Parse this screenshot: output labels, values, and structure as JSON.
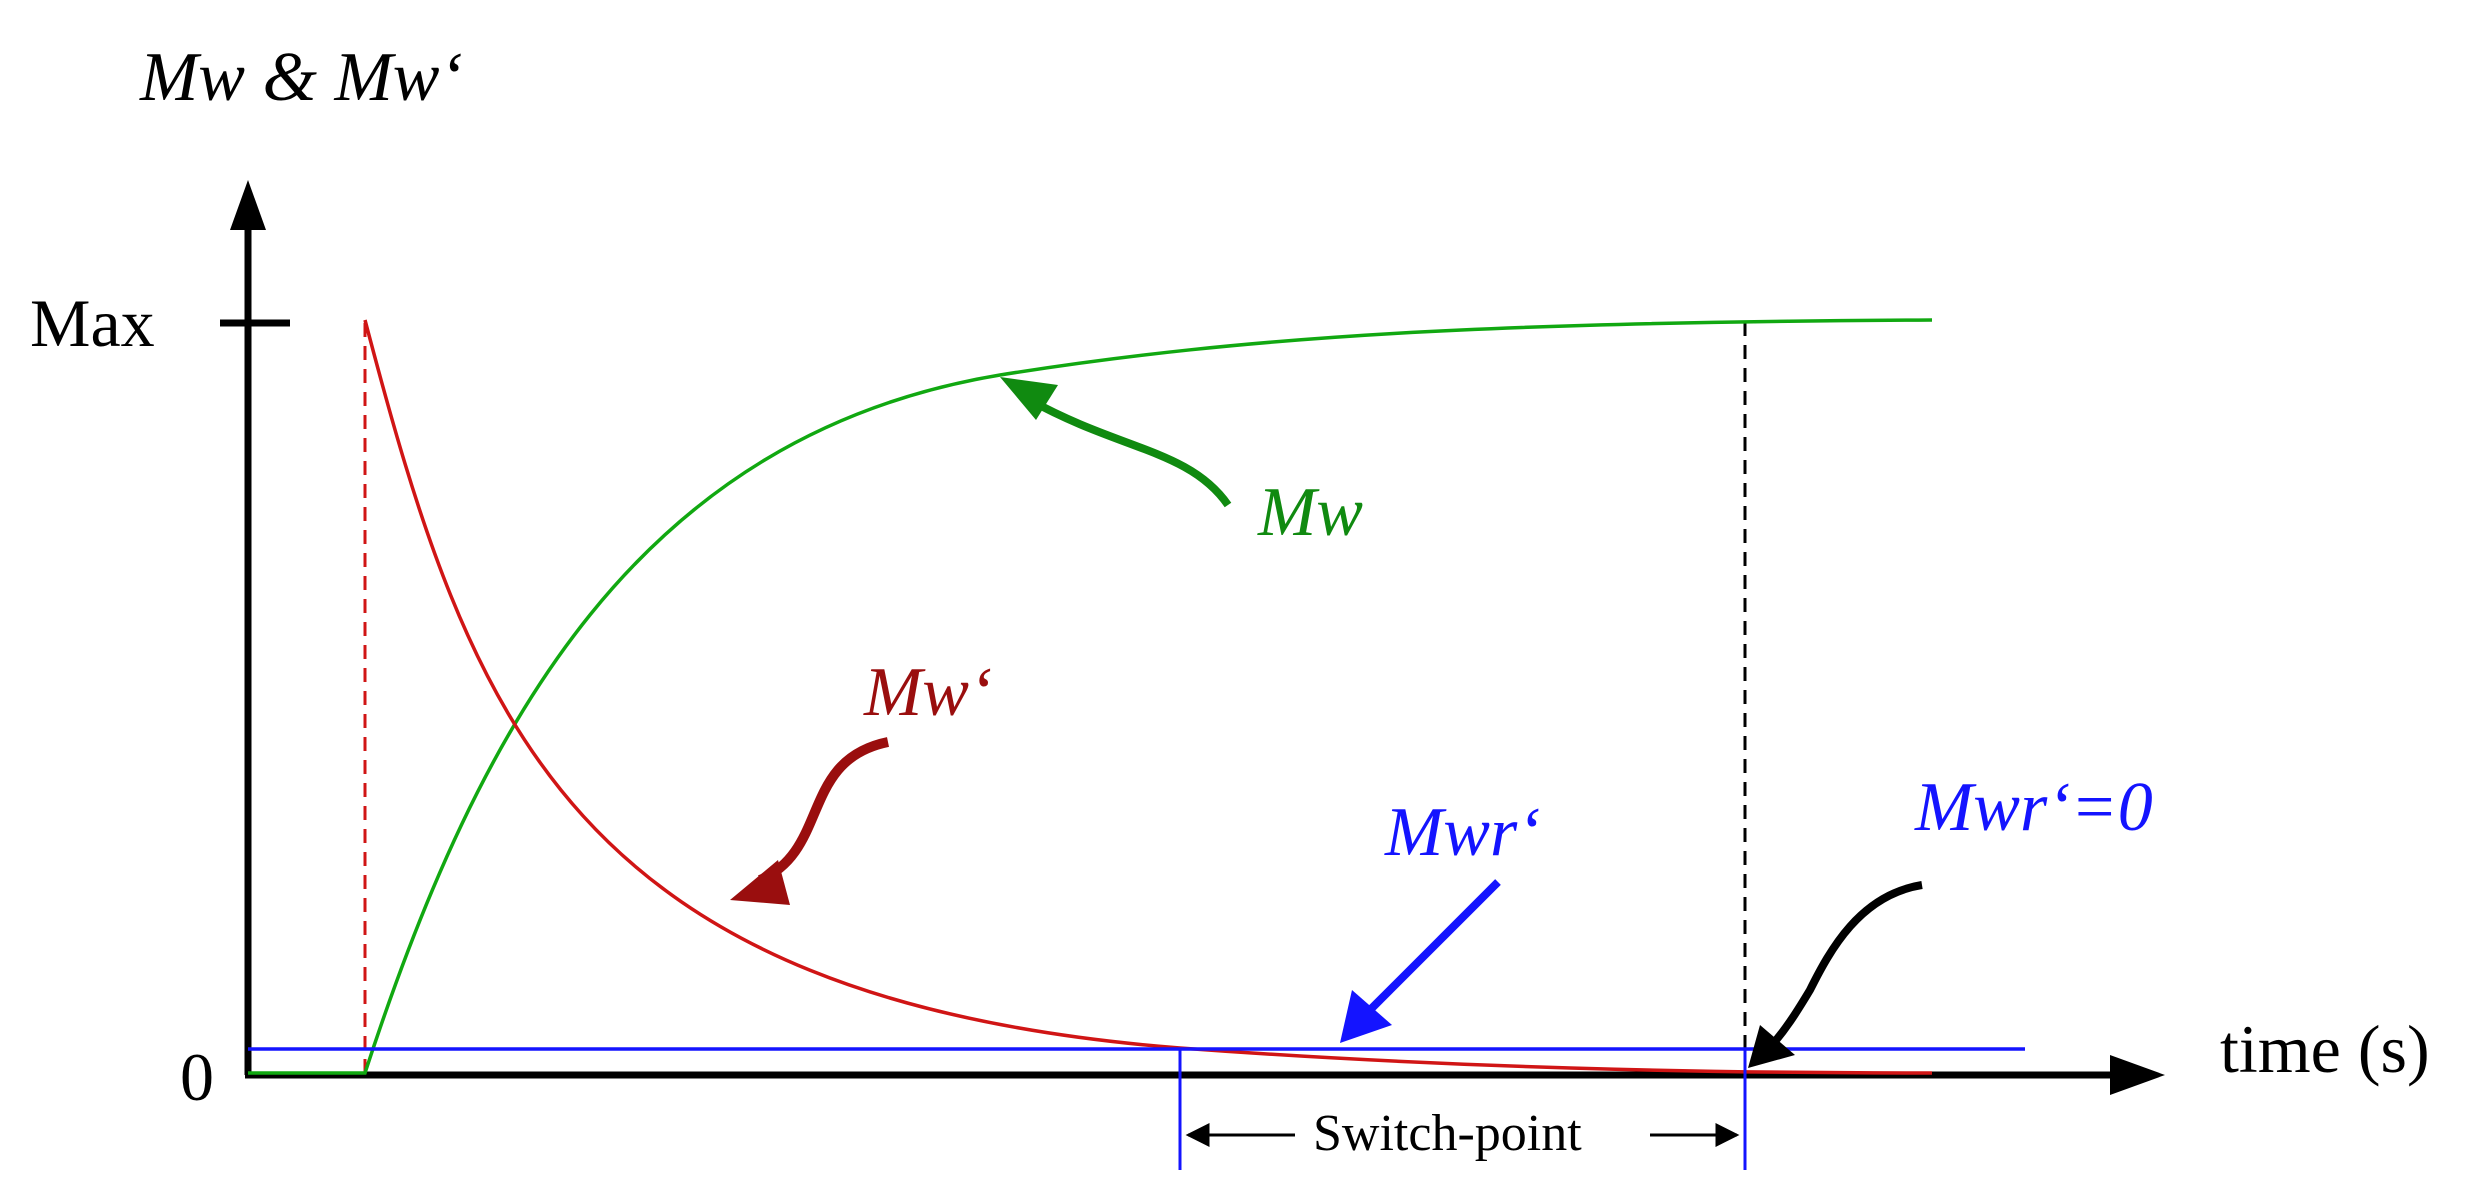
{
  "labels": {
    "y_axis_label": "Mw & Mw‘",
    "max_tick": "Max",
    "zero_tick": "0",
    "x_axis_label": "time (s)",
    "mw": "Mw",
    "mw_prime": "Mw‘",
    "mwr_prime": "Mwr‘",
    "mwr_prime_zero": "Mwr‘=0",
    "switch_point": "Switch-point"
  },
  "colors": {
    "axis": "#000000",
    "mw_curve": "#11a811",
    "mw_label": "#108a10",
    "mw_prime_curve": "#d01515",
    "mw_prime_label": "#9a0e0e",
    "mwr_prime": "#1414ff",
    "guide_black": "#000000"
  }
}
